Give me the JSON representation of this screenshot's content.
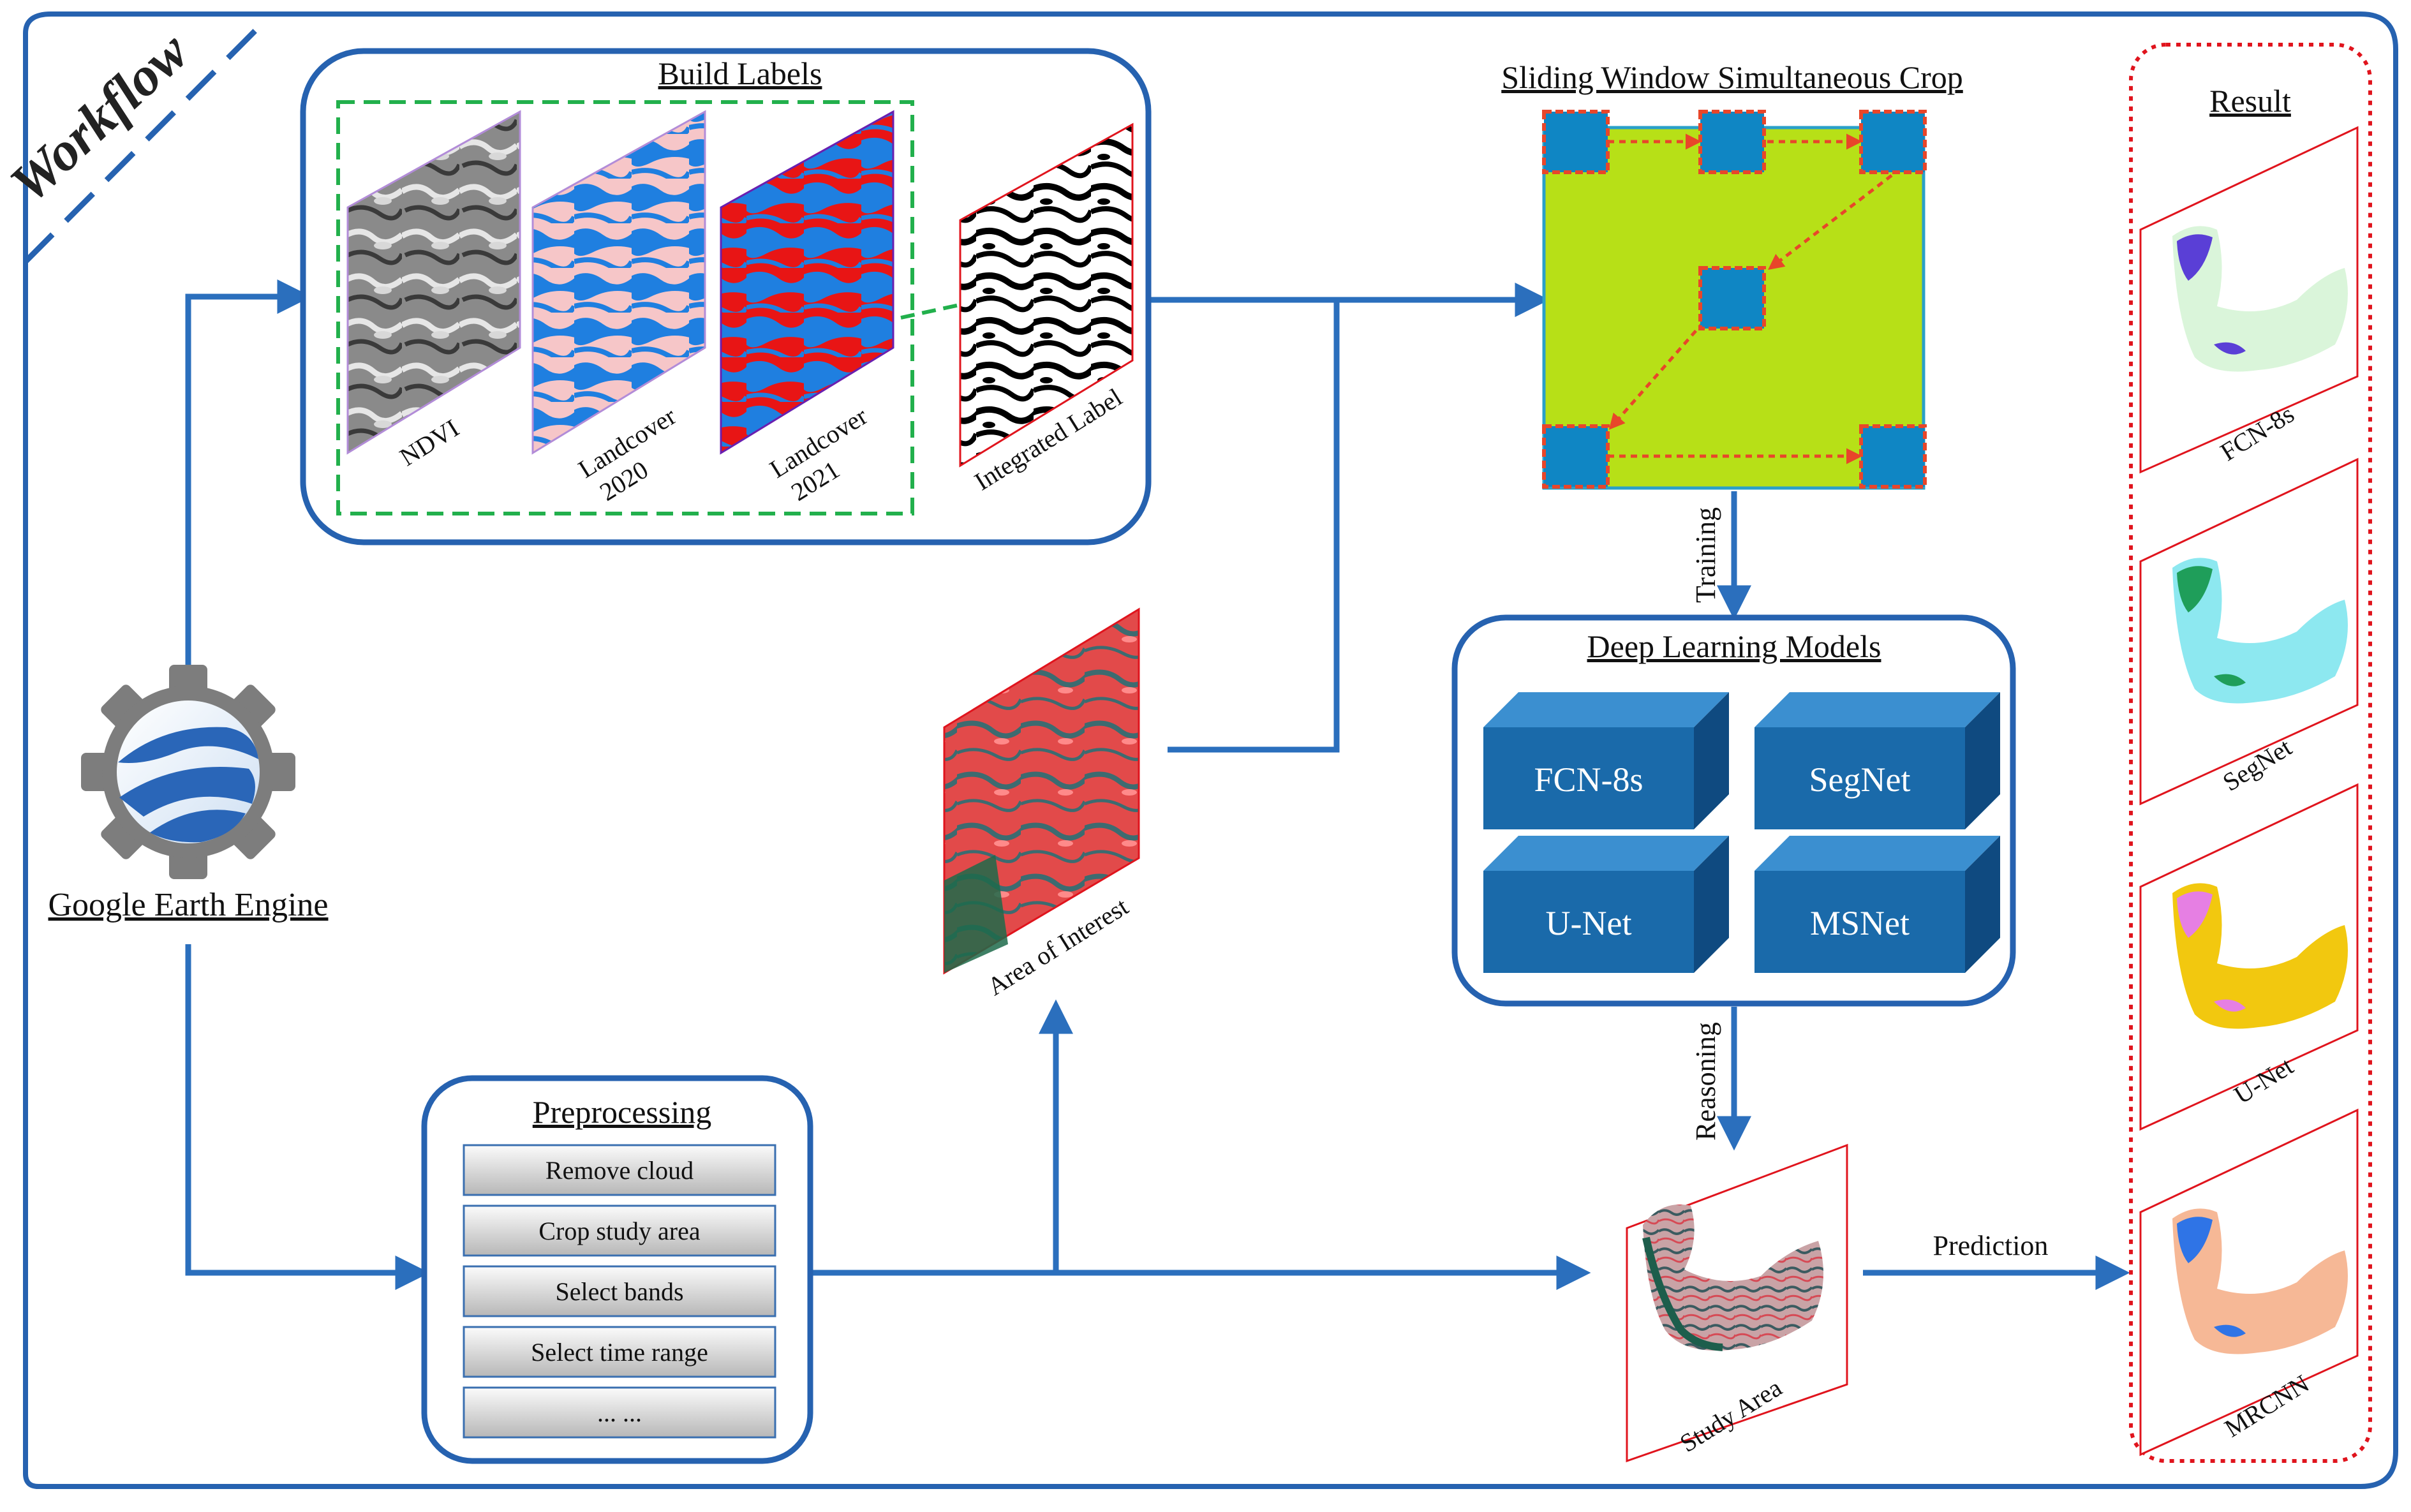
{
  "corner_label": "Workflow",
  "gee": {
    "label": "Google Earth  Engine",
    "icon": "google-earth-engine-logo"
  },
  "build_labels": {
    "title": "Build Labels",
    "tiles": [
      {
        "caption_lines": [
          "NDVI"
        ]
      },
      {
        "caption_lines": [
          "Landcover",
          "2020"
        ]
      },
      {
        "caption_lines": [
          "Landcover",
          "2021"
        ]
      },
      {
        "caption_lines": [
          "Integrated Label"
        ]
      }
    ]
  },
  "sliding_window": {
    "title": "Sliding Window Simultaneous Crop"
  },
  "deep_models": {
    "title": "Deep Learning Models",
    "models": [
      "FCN-8s",
      "SegNet",
      "U-Net",
      "MSNet"
    ]
  },
  "edge_labels": {
    "training": "Training",
    "reasoning": "Reasoning",
    "prediction": "Prediction"
  },
  "area_of_interest": {
    "caption": "Area of Interest"
  },
  "study_area": {
    "caption": "Study Area"
  },
  "preprocessing": {
    "title": "Preprocessing",
    "steps": [
      "Remove cloud",
      "Crop study area",
      "Select bands",
      "Select time range",
      "... ..."
    ]
  },
  "result": {
    "title": "Result",
    "maps": [
      {
        "caption": "FCN-8s",
        "base_color": "#daf5da",
        "class_color": "#5a3fd6"
      },
      {
        "caption": "SegNet",
        "base_color": "#8de8f0",
        "class_color": "#1f9e5a"
      },
      {
        "caption": "U-Net",
        "base_color": "#f2c80f",
        "class_color": "#e67fe3"
      },
      {
        "caption": "MRCNN",
        "base_color": "#f6b896",
        "class_color": "#2f74e6"
      }
    ]
  },
  "colors": {
    "frame": "#2662b0",
    "arrow": "#2b6fbd",
    "crop_square": "#0f86c4",
    "crop_bg": "#b7e017",
    "crop_path": "#e8462a",
    "model_box": "#1a6aaa",
    "label_group": "#22b04c",
    "result_border": "#e0141d"
  }
}
